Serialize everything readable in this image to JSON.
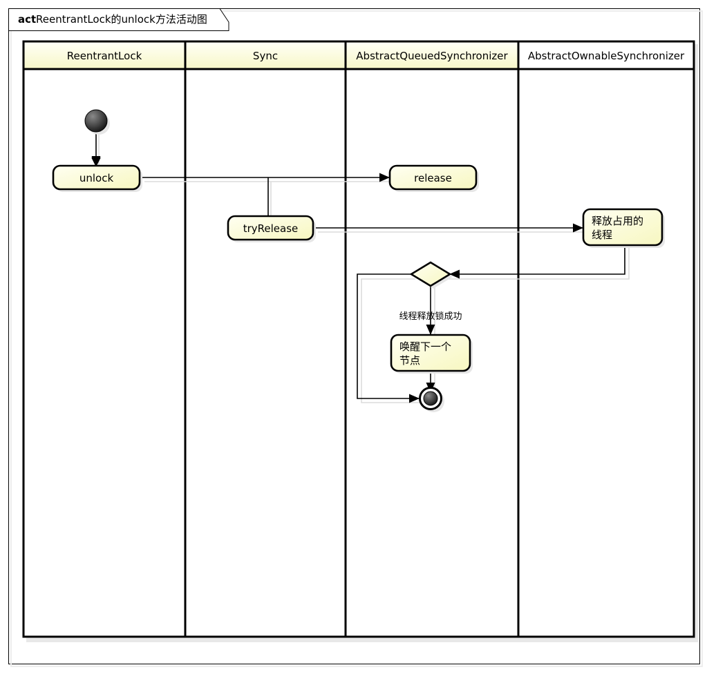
{
  "frame": {
    "keyword": "act",
    "title": "ReentrantLock的unlock方法活动图"
  },
  "colors": {
    "lane_header_fill": "#FEFECE",
    "lane_body_fill": "#FFFFFF",
    "node_fill": "#FEFECE",
    "node_stroke": "#000000",
    "page_bg": "#FFFFFF",
    "shadow": "#E0E0E0",
    "start_node": "#222222",
    "end_node": "#222222"
  },
  "lanes": [
    {
      "id": "lane-reentrantlock",
      "label": "ReentrantLock"
    },
    {
      "id": "lane-sync",
      "label": "Sync"
    },
    {
      "id": "lane-aqs",
      "label": "AbstractQueuedSynchronizer"
    },
    {
      "id": "lane-aos",
      "label": "AbstractOwnableSynchronizer"
    }
  ],
  "nodes": [
    {
      "id": "start",
      "type": "initial",
      "lane": "lane-reentrantlock",
      "label": ""
    },
    {
      "id": "unlock",
      "type": "action",
      "lane": "lane-reentrantlock",
      "label": "unlock"
    },
    {
      "id": "release",
      "type": "action",
      "lane": "lane-aqs",
      "label": "release"
    },
    {
      "id": "tryRelease",
      "type": "action",
      "lane": "lane-sync",
      "label": "tryRelease"
    },
    {
      "id": "freeThread",
      "type": "action",
      "lane": "lane-aos",
      "label_line1": "释放占用的",
      "label_line2": "线程"
    },
    {
      "id": "decision",
      "type": "decision",
      "lane": "lane-aqs",
      "label": ""
    },
    {
      "id": "wakeNext",
      "type": "action",
      "lane": "lane-aqs",
      "label_line1": "唤醒下一个",
      "label_line2": "节点"
    },
    {
      "id": "end",
      "type": "final",
      "lane": "lane-aqs",
      "label": ""
    }
  ],
  "edges": [
    {
      "id": "edge-start-unlock",
      "from": "start",
      "to": "unlock",
      "label": ""
    },
    {
      "id": "edge-unlock-release",
      "from": "unlock",
      "to": "release",
      "label": ""
    },
    {
      "id": "edge-unlock-tryrelease",
      "from": "unlock",
      "to": "tryRelease",
      "label": ""
    },
    {
      "id": "edge-tryrelease-freethread",
      "from": "tryRelease",
      "to": "freeThread",
      "label": ""
    },
    {
      "id": "edge-freethread-decision",
      "from": "freeThread",
      "to": "decision",
      "label": ""
    },
    {
      "id": "edge-decision-wakenext",
      "from": "decision",
      "to": "wakeNext",
      "label": "线程释放锁成功"
    },
    {
      "id": "edge-wakenext-end",
      "from": "wakeNext",
      "to": "end",
      "label": ""
    },
    {
      "id": "edge-decision-end",
      "from": "decision",
      "to": "end",
      "label": ""
    }
  ]
}
